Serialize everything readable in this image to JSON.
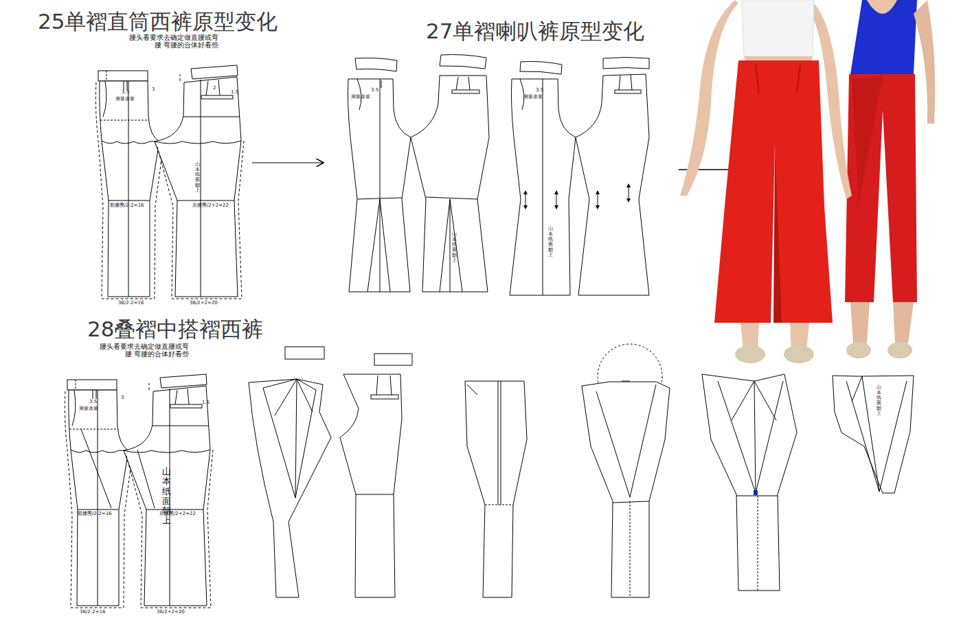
{
  "diagram": {
    "labels": [
      "25单褶直筒西裤原型变化",
      "腰头看要求去确定做直腰或弯腰 弯腰的合体好看些",
      "3.5",
      "测量余量",
      "3",
      "2",
      "1.5",
      "前膝围/2-2=16",
      "后膝围/2+2=22",
      "山本纸面朝上",
      "36/2-2=16",
      "36/2+2=20",
      "27单褶喇叭裤原型变化",
      "3.5",
      "测量余量",
      "山本纸面朝上",
      "3.5",
      "测量余量",
      "山本纸面朝上",
      "28叠褶中搭褶西裤",
      "腰头看要求去确定做直腰或弯腰 弯腰的合体好看些",
      "3.5",
      "测量余量",
      "3",
      "1.5",
      "前膝围/2-2=16",
      "后膝围/2+2=22",
      "山本纸面朝上",
      "36/2-2=16",
      "36/2+2=20",
      "山本纸面朝上"
    ]
  }
}
